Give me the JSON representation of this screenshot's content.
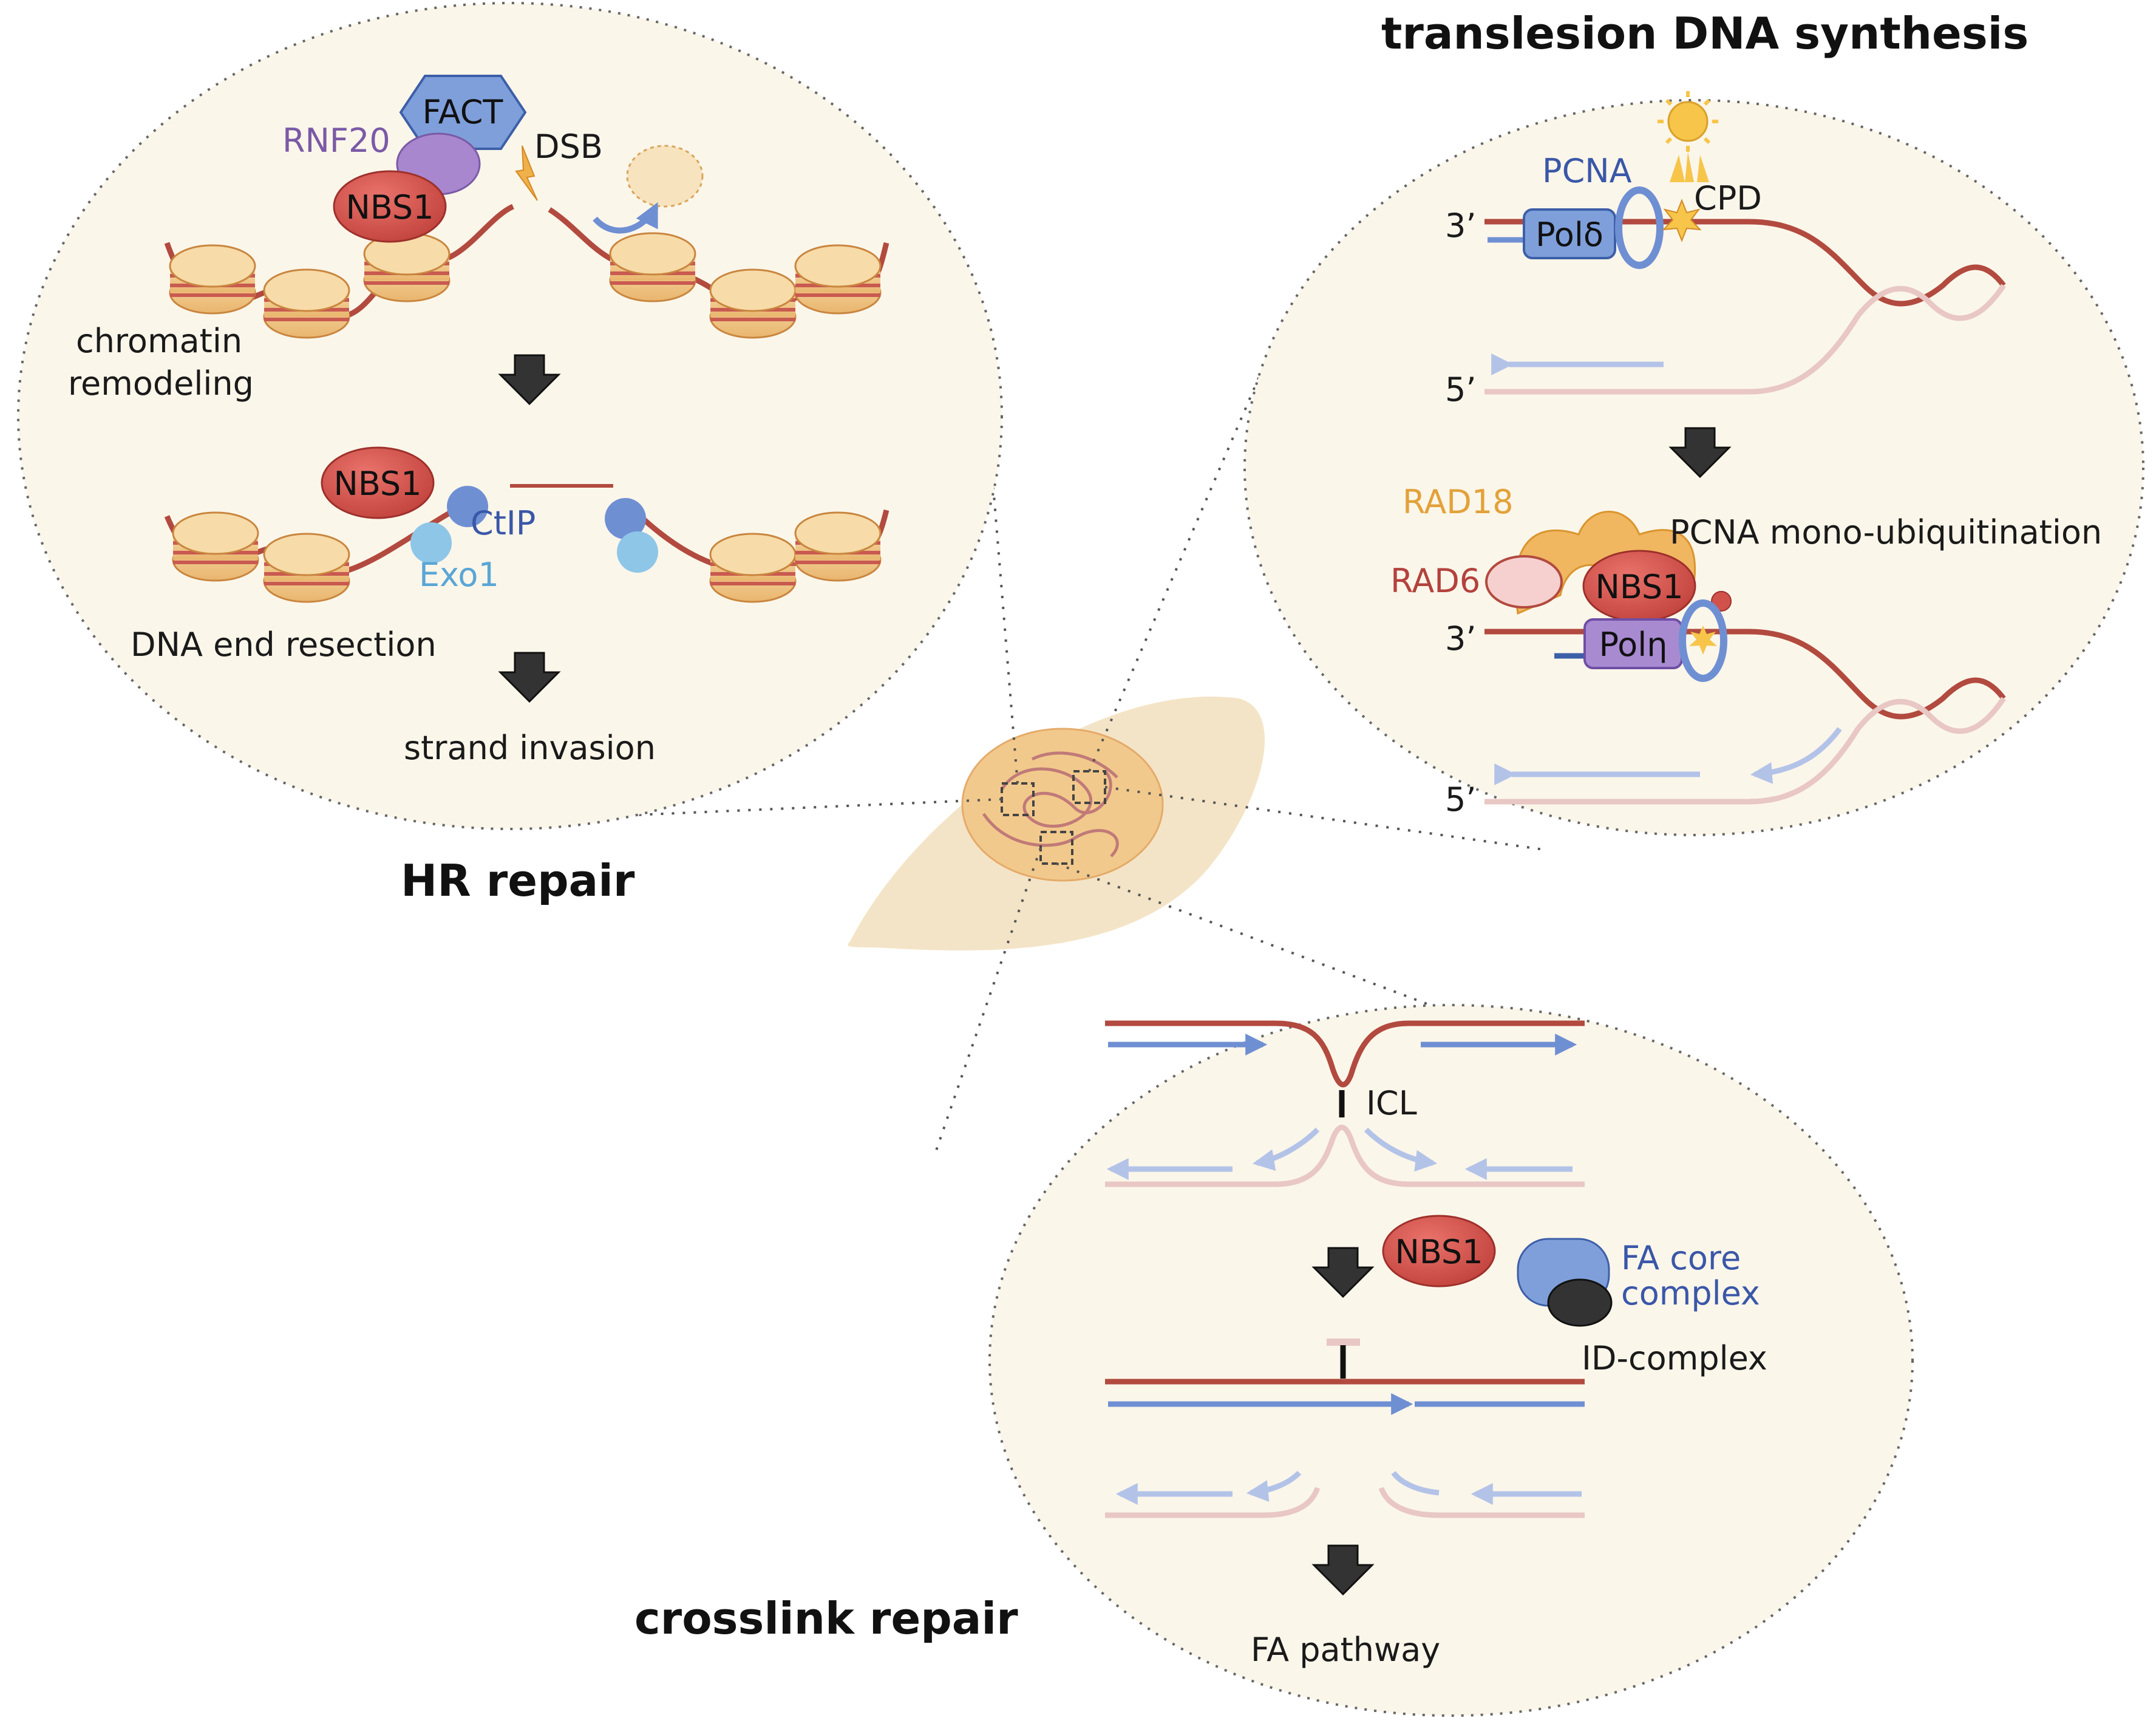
{
  "colors": {
    "panel_fill": "#fbf6ea",
    "dna_red": "#b24a3f",
    "dna_pink": "#e8c7c4",
    "dna_blue": "#6f8fd3",
    "dna_lightblue": "#b3c3e8",
    "nbs1": "#d1524b",
    "nucleosome": "#f2c98c",
    "fact": "#7f9fdb",
    "rnf20": "#a887cf",
    "rad18": "#f0b660",
    "poly_purple": "#a88ad1",
    "pol_blue": "#7f9fdb"
  },
  "hr_panel": {
    "title": "HR repair",
    "fact": "FACT",
    "rnf20": "RNF20",
    "nbs1_top": "NBS1",
    "dsb": "DSB",
    "step1": "chromatin",
    "step1b": "remodeling",
    "nbs1_mid": "NBS1",
    "ctip": "CtIP",
    "exo1": "Exo1",
    "step2": "DNA end resection",
    "step3": "strand invasion"
  },
  "tls_panel": {
    "title": "translesion DNA synthesis",
    "pcna": "PCNA",
    "cpd": "CPD",
    "pol_delta": "Polδ",
    "three_prime_1": "3’",
    "five_prime_1": "5’",
    "rad18": "RAD18",
    "pcna_mono": "PCNA mono-ubiquitination",
    "rad6": "RAD6",
    "nbs1": "NBS1",
    "pol_eta": "Polη",
    "three_prime_2": "3’",
    "five_prime_2": "5’"
  },
  "icl_panel": {
    "title": "crosslink repair",
    "icl": "ICL",
    "nbs1": "NBS1",
    "fa_core": "FA core",
    "fa_core2": "complex",
    "id_complex": "ID-complex",
    "fa_pathway": "FA pathway"
  },
  "icons": {
    "arrow": "down-arrow-icon",
    "sun": "uv-sun-icon",
    "lightning": "dsb-lightning-icon"
  }
}
